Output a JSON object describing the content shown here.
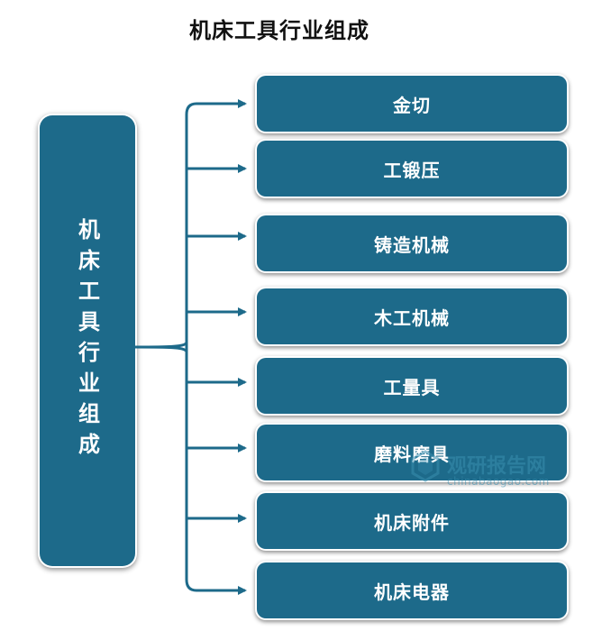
{
  "title": "机床工具行业组成",
  "root": {
    "label": "机床工具行业组成"
  },
  "children": [
    {
      "label": "金切"
    },
    {
      "label": "工锻压"
    },
    {
      "label": "铸造机械"
    },
    {
      "label": "木工机械"
    },
    {
      "label": "工量具"
    },
    {
      "label": "磨料磨具"
    },
    {
      "label": "机床附件"
    },
    {
      "label": "机床电器"
    }
  ],
  "watermark": {
    "name": "观研报告网",
    "url": "chinabaogao.com"
  },
  "colors": {
    "box": "#1d6a8a",
    "connector": "#1d6a8a",
    "text": "#ffffff"
  }
}
